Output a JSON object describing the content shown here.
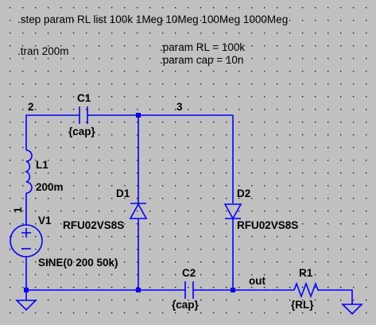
{
  "directives": {
    "step": ".step param RL list 100k 1Meg 10Meg 100Meg 1000Meg",
    "tran": ".tran 200m",
    "param_rl": ".param RL = 100k",
    "param_cap": ".param cap = 10n"
  },
  "nets": {
    "n2": "2",
    "n3": "3",
    "n1": "1",
    "out": "out"
  },
  "components": {
    "C1": {
      "ref": "C1",
      "value": "{cap}"
    },
    "C2": {
      "ref": "C2",
      "value": "{cap}"
    },
    "L1": {
      "ref": "L1",
      "value": "200m"
    },
    "V1": {
      "ref": "V1",
      "value": "SINE(0 200 50k)"
    },
    "D1": {
      "ref": "D1",
      "value": "RFU02VS8S"
    },
    "D2": {
      "ref": "D2",
      "value": "RFU02VS8S"
    },
    "R1": {
      "ref": "R1",
      "value": "{RL}"
    }
  },
  "colors": {
    "background": "#c0c0c0",
    "wire": "#0000ff",
    "grid_dot": "#000000",
    "text": "#000000"
  }
}
